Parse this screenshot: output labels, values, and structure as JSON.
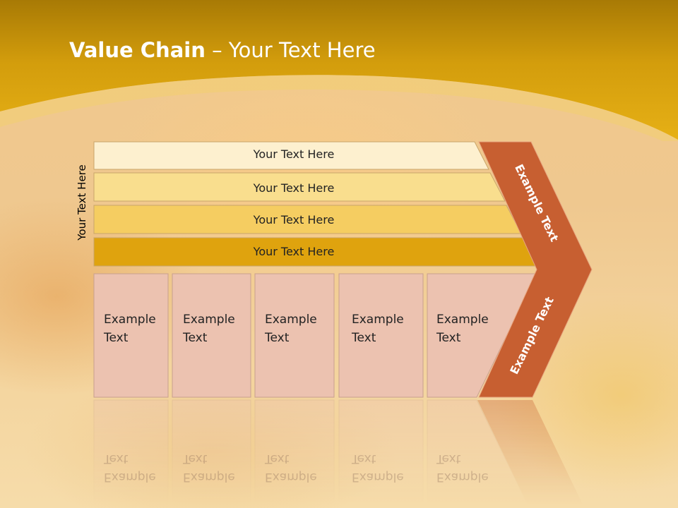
{
  "title": {
    "bold": "Value Chain",
    "rest": " – Your Text Here"
  },
  "side_label": "Your Text Here",
  "bars": [
    {
      "label": "Your Text Here"
    },
    {
      "label": "Your Text Here"
    },
    {
      "label": "Your Text Here"
    },
    {
      "label": "Your Text Here"
    }
  ],
  "boxes": [
    {
      "line1": "Example",
      "line2": "Text"
    },
    {
      "line1": "Example",
      "line2": "Text"
    },
    {
      "line1": "Example",
      "line2": "Text"
    },
    {
      "line1": "Example",
      "line2": "Text"
    },
    {
      "line1": "Example",
      "line2": "Text"
    }
  ],
  "chevron": {
    "top_label": "Example Text",
    "bottom_label": "Example Text"
  },
  "colors": {
    "header": "#e2ac12",
    "bar1": "#fdf0cf",
    "bar2": "#f9de8e",
    "bar3": "#f5cd61",
    "bar4": "#dfa30e",
    "box": "#ecc2b0",
    "chevron": "#c75f31"
  }
}
